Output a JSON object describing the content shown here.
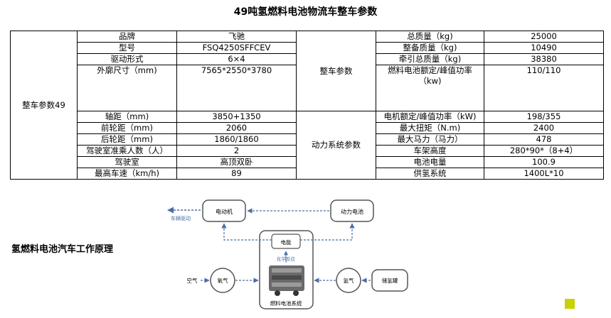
{
  "title": "49吨氢燃料电池物流车整车参数",
  "table": {
    "group_left": "整车参数49",
    "group_vehicle": "整车参数",
    "group_power": "动力系统参数",
    "left_rows": [
      {
        "label": "品牌",
        "value": "飞驰"
      },
      {
        "label": "型号",
        "value": "FSQ4250SFFCEV"
      },
      {
        "label": "驱动形式",
        "value": "6×4"
      },
      {
        "label": "外廓尺寸（mm)",
        "value": "7565*2550*3780"
      },
      {
        "label": "轴距（mm)",
        "value": "3850+1350"
      },
      {
        "label": "前轮距（mm)",
        "value": "2060"
      },
      {
        "label": "后轮距（mm)",
        "value": "1860/1860"
      },
      {
        "label": "驾驶室准乘人数（人）",
        "value": "2"
      },
      {
        "label": "驾驶室",
        "value": "高顶双卧"
      },
      {
        "label": "最高车速（km/h)",
        "value": "89"
      }
    ],
    "right_rows": [
      {
        "label": "总质量（kg)",
        "value": "25000"
      },
      {
        "label": "整备质量（kg)",
        "value": "10490"
      },
      {
        "label": "牵引总质量（kg)",
        "value": "38380"
      },
      {
        "label": "燃料电池额定/峰值功率（kw)",
        "value": "110/110"
      },
      {
        "label": "电机额定/峰值功率（kW)",
        "value": "198/355"
      },
      {
        "label": "最大扭矩（N.m)",
        "value": "2400"
      },
      {
        "label": "最大马力（马力）",
        "value": "478"
      },
      {
        "label": "车架高度",
        "value": "280*90*（8+4）"
      },
      {
        "label": "电池电量",
        "value": "100.9"
      },
      {
        "label": "供氢系统",
        "value": "1400L*10"
      }
    ]
  },
  "diagram": {
    "caption": "氢燃料电池汽车工作原理",
    "drive_label": "车辆驱动",
    "motor": "电动机",
    "power_battery": "动力电池",
    "electric_energy": "电能",
    "chemical_reaction": "化学反应",
    "air": "空气",
    "oxygen": "氧气",
    "hydrogen": "氢气",
    "hydrogen_tank": "储氢罐",
    "fuel_cell_system": "燃料电池系统"
  },
  "colors": {
    "arrow": "#4a6fa5",
    "box_border": "#555555",
    "corner_square": "#c8d200"
  }
}
